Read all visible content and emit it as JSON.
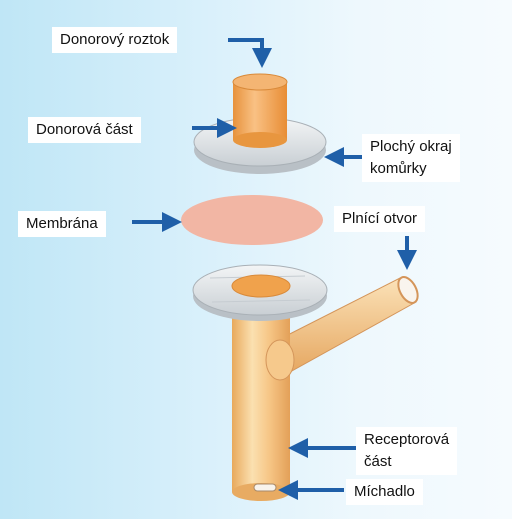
{
  "labels": {
    "donor_solution": "Donorový roztok",
    "donor_part": "Donorová část",
    "flat_rim": [
      "Plochý okraj",
      "komůrky"
    ],
    "membrane": "Membrána",
    "fill_port": "Plnící otvor",
    "receptor_part": [
      "Receptorová",
      "část"
    ],
    "stirrer": "Míchadlo"
  },
  "colors": {
    "arrow": "#1f5fa8",
    "tube": "#f3c07a",
    "donor_fill": "#f0a24c",
    "membrane": "#f3b8a6",
    "rim": "#e4e7ea"
  }
}
